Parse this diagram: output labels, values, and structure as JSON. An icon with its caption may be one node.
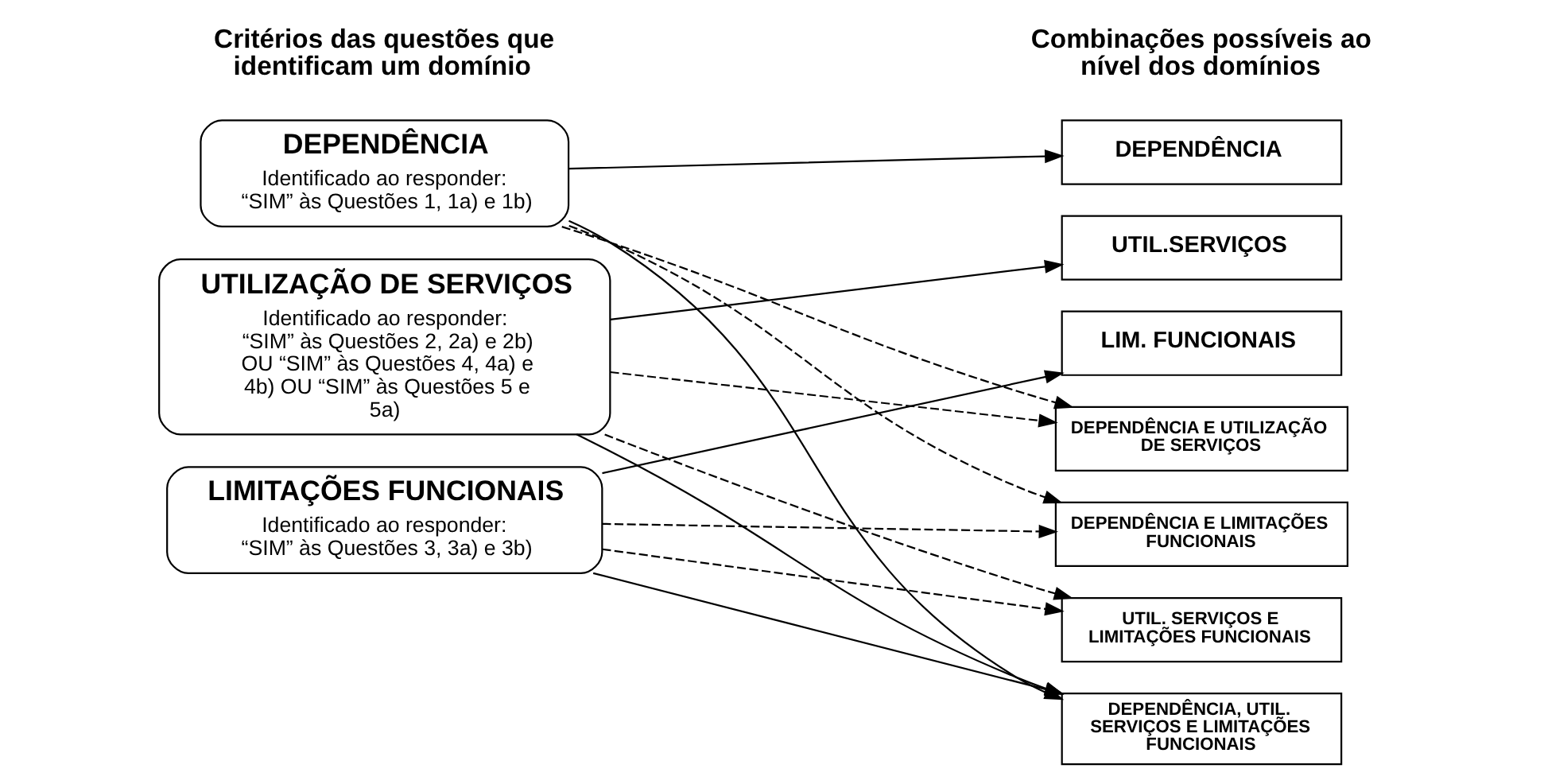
{
  "diagram": {
    "nodes": [
      {
        "text": [
          "DEPENDÊNCIA",
          "Identificado ao responder: “SIM” às Questões 1, 1a) e 1b)"
        ]
      },
      {
        "text": [
          "UTILIZAÇÃO DE SERVIÇOS",
          "Identificado ao responder: “SIM” às Questões 2, 2a) e 2b) OU “SIM” às Questões 4, 4a) e 4b) OU “SIM” às Questões 5 e 5a)"
        ]
      },
      {
        "text": [
          "LIMITAÇÕES FUNCIONAIS",
          "Identificado ao responder: “SIM” às Questões 3, 3a) e 3b)"
        ]
      },
      {
        "text": [
          "DEPENDÊNCIA"
        ]
      },
      {
        "text": [
          "UTIL.SERVIÇOS"
        ]
      },
      {
        "text": [
          "LIM. FUNCIONAIS"
        ]
      },
      {
        "text": [
          "DEPENDÊNCIA E UTILIZAÇÃO DE SERVIÇOS"
        ]
      },
      {
        "text": [
          "DEPENDÊNCIA E LIMITAÇÕES FUNCIONAIS"
        ]
      },
      {
        "text": [
          "UTIL. SERVIÇOS E LIMITAÇÕES FUNCIONAIS"
        ]
      },
      {
        "text": [
          "DEPENDÊNCIA, UTIL. SERVIÇOS E LIMITAÇÕES FUNCIONAIS"
        ]
      }
    ],
    "edges": [
      {
        "from": 0,
        "to": 3,
        "arrow": "to"
      },
      {
        "from": 0,
        "to": 6,
        "arrow": "to",
        "style": "dashed"
      },
      {
        "from": 0,
        "to": 7,
        "arrow": "to",
        "style": "dashed"
      },
      {
        "from": 1,
        "to": 4,
        "arrow": "to"
      },
      {
        "from": 1,
        "to": 6,
        "arrow": "to",
        "style": "dashed"
      },
      {
        "from": 1,
        "to": 8,
        "arrow": "to",
        "style": "dashed"
      },
      {
        "from": 2,
        "to": 5,
        "arrow": "to"
      },
      {
        "from": 2,
        "to": 7,
        "arrow": "to",
        "style": "dashed"
      },
      {
        "from": 2,
        "to": 8,
        "arrow": "to",
        "style": "dashed"
      },
      {
        "from": 0,
        "to": 9,
        "arrow": "to"
      },
      {
        "from": 1,
        "to": 9,
        "arrow": "to"
      },
      {
        "from": 2,
        "to": 9,
        "arrow": "to"
      }
    ],
    "labels": [
      "Critérios das questões que identificam um domínio",
      "Combinações possíveis ao nível dos domínios"
    ]
  }
}
